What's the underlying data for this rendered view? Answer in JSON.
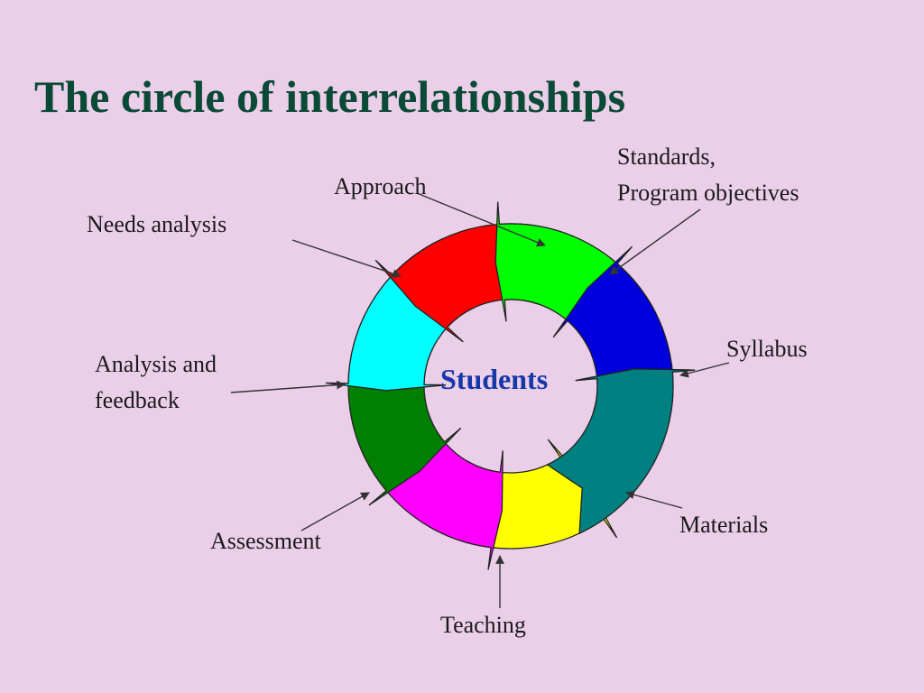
{
  "title": "The circle of interrelationships",
  "center_label": "Students",
  "labels": {
    "approach": "Approach",
    "standards_line1": "Standards,",
    "standards_line2": "Program objectives",
    "needs_analysis": "Needs analysis",
    "syllabus": "Syllabus",
    "analysis_line1": "Analysis and",
    "analysis_line2": "feedback",
    "materials": "Materials",
    "assessment": "Assessment",
    "teaching": "Teaching"
  },
  "segment_colors": {
    "approach": "#ff0000",
    "standards": "#00ff00",
    "syllabus": "#0000dd",
    "materials": "#008080",
    "teaching": "#ffff00",
    "assessment": "#ff00ff",
    "analysis_feedback": "#008000",
    "needs_analysis": "#00ffff"
  }
}
